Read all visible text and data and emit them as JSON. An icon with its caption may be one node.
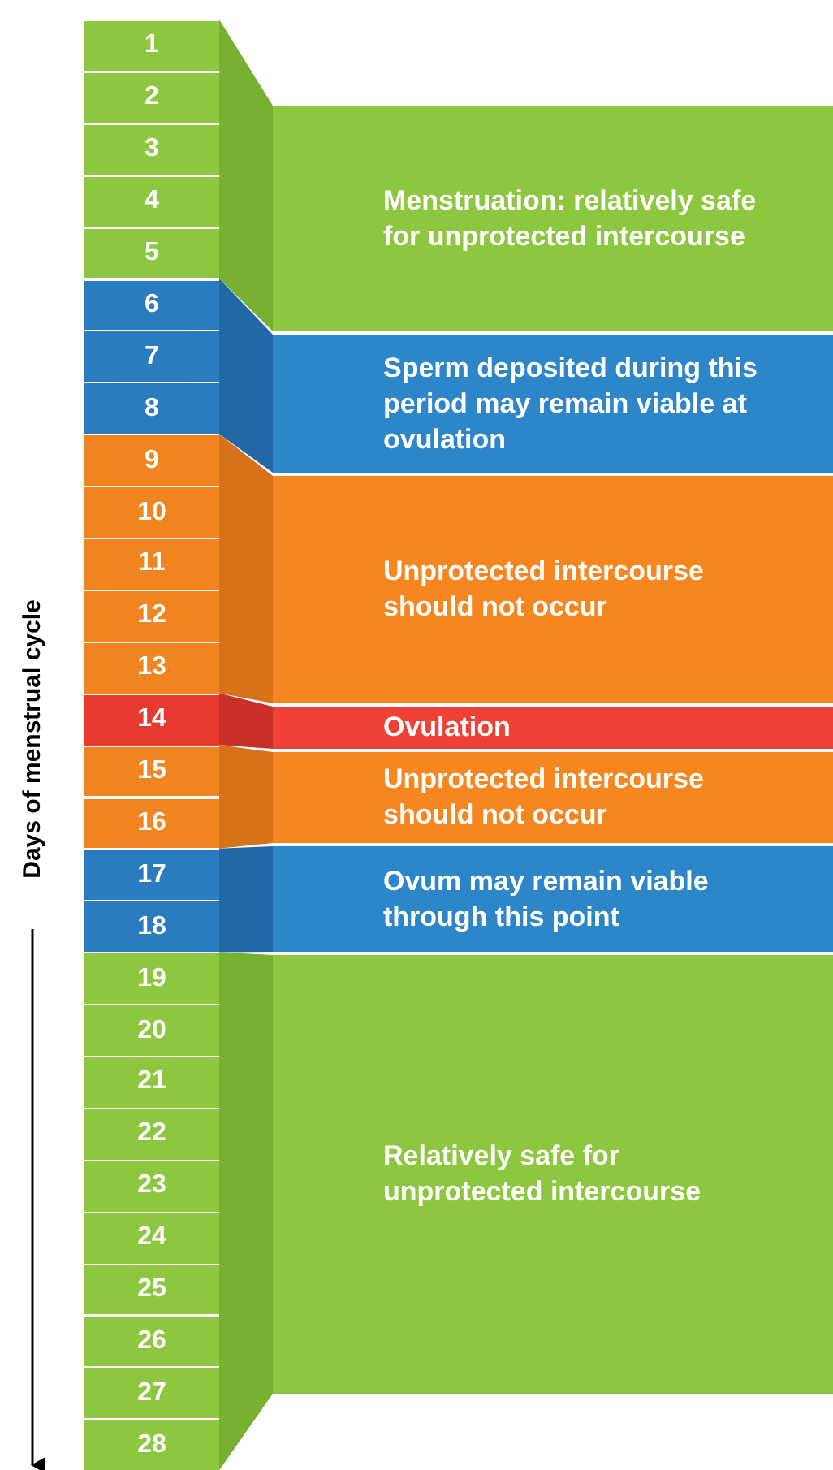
{
  "diagram": {
    "nodes": [
      {
        "text": [
          "1"
        ]
      },
      {
        "text": [
          "2"
        ]
      },
      {
        "text": [
          "3"
        ]
      },
      {
        "text": [
          "4"
        ]
      },
      {
        "text": [
          "5"
        ]
      },
      {
        "text": [
          "6"
        ]
      },
      {
        "text": [
          "7"
        ]
      },
      {
        "text": [
          "8"
        ]
      },
      {
        "text": [
          "9"
        ]
      },
      {
        "text": [
          "10"
        ]
      },
      {
        "text": [
          "11"
        ]
      },
      {
        "text": [
          "12"
        ]
      },
      {
        "text": [
          "13"
        ]
      },
      {
        "text": [
          "14"
        ]
      },
      {
        "text": [
          "15"
        ]
      },
      {
        "text": [
          "16"
        ]
      },
      {
        "text": [
          "17"
        ]
      },
      {
        "text": [
          "18"
        ]
      },
      {
        "text": [
          "19"
        ]
      },
      {
        "text": [
          "20"
        ]
      },
      {
        "text": [
          "21"
        ]
      },
      {
        "text": [
          "22"
        ]
      },
      {
        "text": [
          "23"
        ]
      },
      {
        "text": [
          "24"
        ]
      },
      {
        "text": [
          "25"
        ]
      },
      {
        "text": [
          "26"
        ]
      },
      {
        "text": [
          "27"
        ]
      },
      {
        "text": [
          "28"
        ]
      },
      {
        "text": [
          "Menstruation: relatively safe for unprotected intercourse"
        ]
      },
      {
        "text": [
          "Sperm deposited during this period may remain viable at ovulation"
        ]
      },
      {
        "text": [
          "Unprotected intercourse should not occur"
        ]
      },
      {
        "text": [
          "Ovulation"
        ]
      },
      {
        "text": [
          "Unprotected intercourse should not occur"
        ]
      },
      {
        "text": [
          "Ovum may remain viable through this point"
        ]
      },
      {
        "text": [
          "Relatively safe for unprotected intercourse"
        ]
      }
    ],
    "labels": [
      "Days of menstrual cycle"
    ]
  }
}
